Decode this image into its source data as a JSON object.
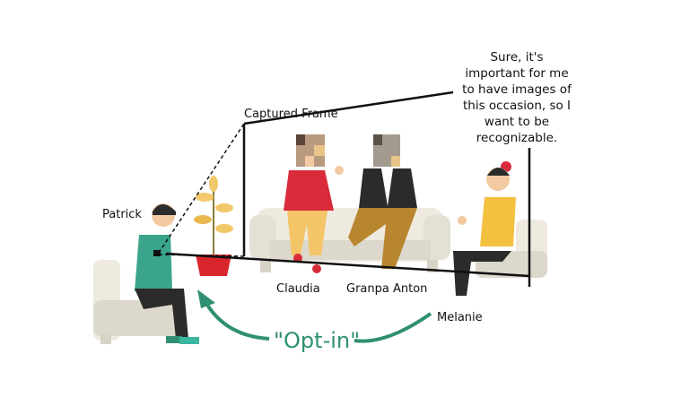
{
  "labels": {
    "captured_frame": "Captured Frame",
    "patrick": "Patrick",
    "claudia": "Claudia",
    "grandpa": "Granpa Anton",
    "melanie": "Melanie",
    "opt_in": "\"Opt-in\""
  },
  "speech": {
    "lines": [
      "Sure, it's",
      "important for me",
      "to have images of",
      "this occasion, so I",
      "want to be",
      "recognizable."
    ]
  },
  "colors": {
    "accent": "#2f8f72",
    "sofa": "#eeeadf",
    "pot": "#d9262c"
  }
}
